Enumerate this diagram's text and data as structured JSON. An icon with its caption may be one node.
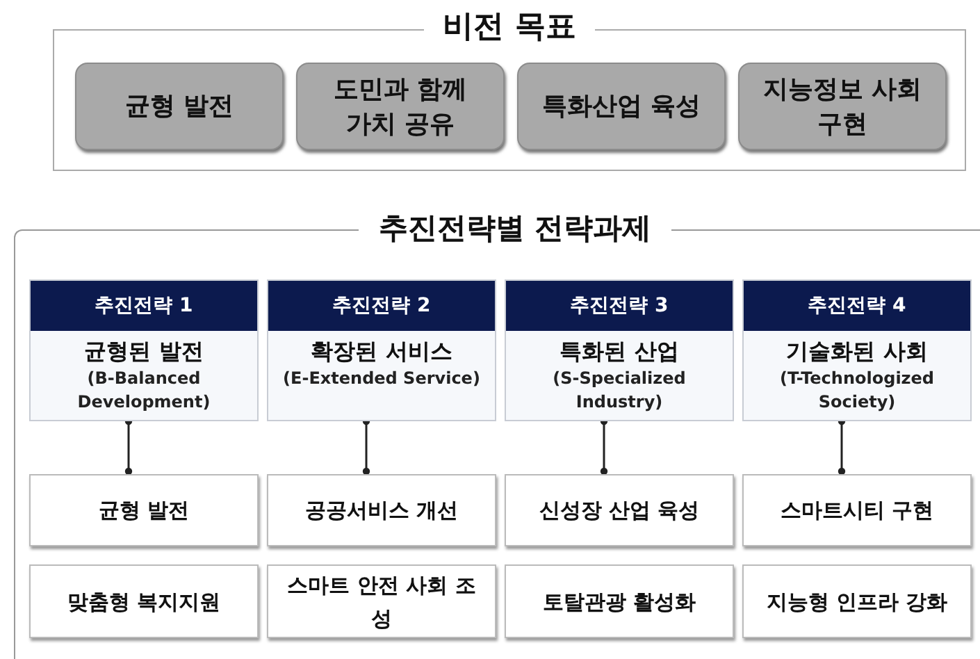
{
  "diagram": {
    "nodes": [
      {
        "text": [
          "비전 목표"
        ]
      },
      {
        "text": [
          "균형 발전"
        ],
        "in": 0
      },
      {
        "text": [
          "도민과 함께 가치 공유"
        ],
        "in": 0
      },
      {
        "text": [
          "특화산업 육성"
        ],
        "in": 0
      },
      {
        "text": [
          "지능정보 사회 구현"
        ],
        "in": 0
      },
      {
        "text": [
          "추진전략별 전략과제"
        ]
      },
      {
        "text": [
          "추진전략 1",
          "균형된 발전",
          "(B-Balanced Development)"
        ],
        "in": 5
      },
      {
        "text": [
          "추진전략 2",
          "확장된 서비스",
          "(E-Extended Service)"
        ],
        "in": 5
      },
      {
        "text": [
          "추진전략 3",
          "특화된 산업",
          "(S-Specialized Industry)"
        ],
        "in": 5
      },
      {
        "text": [
          "추진전략 4",
          "기술화된 사회",
          "(T-Technologized Society)"
        ],
        "in": 5
      },
      {
        "text": [
          "균형 발전"
        ],
        "in": 5
      },
      {
        "text": [
          "공공서비스 개선"
        ],
        "in": 5
      },
      {
        "text": [
          "신성장 산업 육성"
        ],
        "in": 5
      },
      {
        "text": [
          "스마트시티 구현"
        ],
        "in": 5
      },
      {
        "text": [
          "맞춤형 복지지원"
        ],
        "in": 5
      },
      {
        "text": [
          "스마트 안전 사회 조성"
        ],
        "in": 5
      },
      {
        "text": [
          "토탈관광 활성화"
        ],
        "in": 5
      },
      {
        "text": [
          "지능형 인프라 강화"
        ],
        "in": 5
      }
    ],
    "edges": [
      {
        "from": 6,
        "to": 10,
        "arrow": "other"
      },
      {
        "from": 7,
        "to": 11,
        "arrow": "other"
      },
      {
        "from": 8,
        "to": 12,
        "arrow": "other"
      },
      {
        "from": 9,
        "to": 13,
        "arrow": "other"
      }
    ]
  }
}
